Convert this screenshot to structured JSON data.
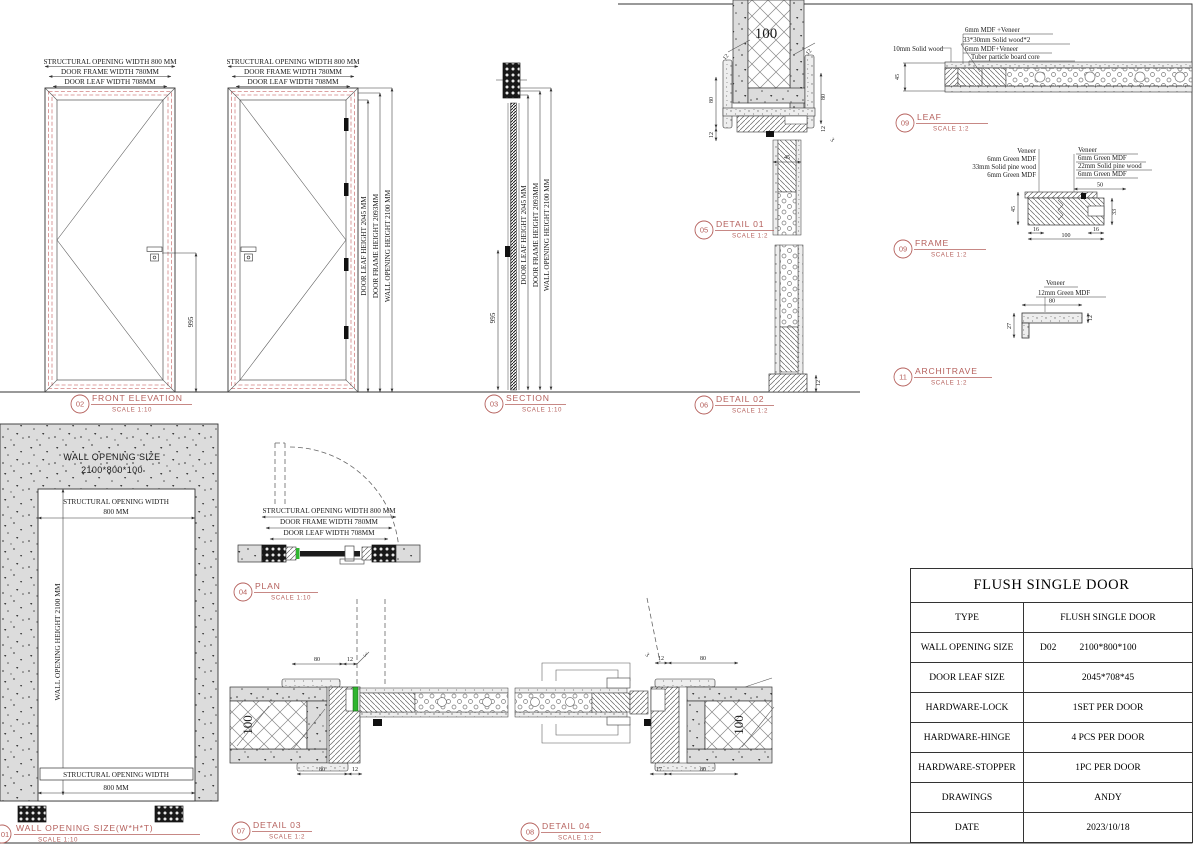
{
  "colors": {
    "accent_title": "#b5605c",
    "line": "#333333",
    "red_dashed": "#d28383",
    "wall_gray": "#dcdcdc",
    "hinge_green": "#2fb52f"
  },
  "views": {
    "v01": {
      "num": "01",
      "name": "WALL  OPENING  SIZE(W*H*T)",
      "scale": "SCALE   1:10"
    },
    "v02": {
      "num": "02",
      "name": "FRONT  ELEVATION",
      "scale": "SCALE   1:10"
    },
    "v03": {
      "num": "03",
      "name": "SECTION",
      "scale": "SCALE   1:10"
    },
    "v04": {
      "num": "04",
      "name": "PLAN",
      "scale": "SCALE   1:10"
    },
    "v05": {
      "num": "05",
      "name": "DETAIL  01",
      "scale": "SCALE   1:2"
    },
    "v06": {
      "num": "06",
      "name": "DETAIL  02",
      "scale": "SCALE   1:2"
    },
    "v07": {
      "num": "07",
      "name": "DETAIL  03",
      "scale": "SCALE   1:2"
    },
    "v08": {
      "num": "08",
      "name": "DETAIL  04",
      "scale": "SCALE   1:2"
    },
    "v09leaf": {
      "num": "09",
      "name": "LEAF",
      "scale": "SCALE   1:2"
    },
    "v09frame": {
      "num": "09",
      "name": "FRAME",
      "scale": "SCALE   1:2"
    },
    "v11": {
      "num": "11",
      "name": "ARCHITRAVE",
      "scale": "SCALE   1:2"
    }
  },
  "dims": {
    "w800": "STRUCTURAL OPENING WIDTH 800 MM",
    "f780": "DOOR FRAME WIDTH  780MM",
    "l708": "DOOR LEAF WIDTH 708MM",
    "h2045": "DOOR LEAF HEIGHT 2045 MM",
    "h2093": "DOOR FRAME HEIGHT  2093MM",
    "h2100": "WALL OPENING HEIGHT 2100 MM",
    "d995": "995",
    "d80": "80",
    "d12": "12",
    "d3": "3",
    "d45": "45",
    "d50": "50",
    "d16": "16",
    "d100": "100",
    "d27": "27",
    "d33": "33",
    "d17": "17"
  },
  "leaf_detail": {
    "face1": "6mm MDF +Veneer",
    "solidwood": "33*30mm Solid wood*2",
    "face2": "6mm MDF+Veneer",
    "core": "Tuber particle board core",
    "edge": "10mm Solid wood"
  },
  "frame_detail": {
    "left": [
      "Veneer",
      "6mm Green MDF",
      "33mm Solid pine wood",
      "6mm Green MDF"
    ],
    "right": [
      "Veneer",
      "6mm Green MDF",
      "22mm Solid pine wood",
      "6mm Green MDF"
    ]
  },
  "architrave_detail": {
    "l1": "Veneer",
    "l2": "12mm  Green MDF"
  },
  "wall_opening": {
    "title": "WALL OPENING SIZE",
    "size": "2100*800*100",
    "sow": "STRUCTURAL OPENING WIDTH",
    "mm800": "800 MM",
    "height": "WALL OPENING HEIGHT 2100 MM"
  },
  "table": {
    "title": "FLUSH SINGLE DOOR",
    "rows": [
      {
        "label": "TYPE",
        "value": "FLUSH SINGLE DOOR"
      },
      {
        "label": "WALL OPENING SIZE",
        "code": "D02",
        "value": "2100*800*100"
      },
      {
        "label": "DOOR LEAF SIZE",
        "value": "2045*708*45"
      },
      {
        "label": "HARDWARE-LOCK",
        "value": "1SET PER DOOR"
      },
      {
        "label": "HARDWARE-HINGE",
        "value": "4 PCS PER DOOR"
      },
      {
        "label": "HARDWARE-STOPPER",
        "value": "1PC PER DOOR"
      },
      {
        "label": "DRAWINGS",
        "value": "ANDY"
      },
      {
        "label": "DATE",
        "value": "2023/10/18"
      }
    ]
  }
}
